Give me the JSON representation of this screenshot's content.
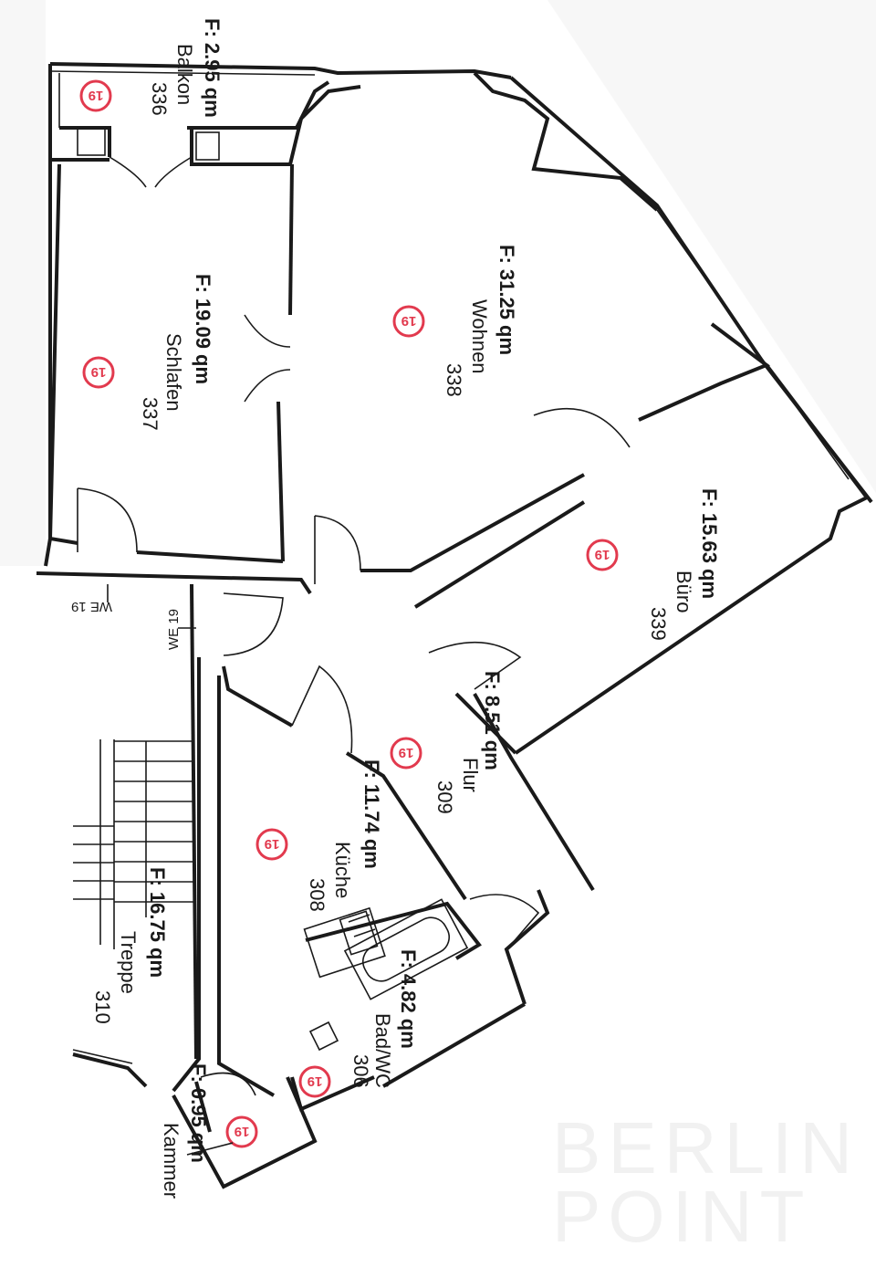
{
  "rooms": {
    "balkon": {
      "number": "336",
      "name": "Balkon",
      "area": "F: 2.95 qm",
      "unit": "19"
    },
    "schlafen": {
      "number": "337",
      "name": "Schlafen",
      "area": "F: 19.09 qm",
      "unit": "19"
    },
    "wohnen": {
      "number": "338",
      "name": "Wohnen",
      "area": "F: 31.25 qm",
      "unit": "19"
    },
    "buero": {
      "number": "339",
      "name": "Büro",
      "area": "F: 15.63 qm",
      "unit": "19"
    },
    "flur": {
      "number": "309",
      "name": "Flur",
      "area": "F: 8.51 qm",
      "unit": "19"
    },
    "kueche": {
      "number": "308",
      "name": "Küche",
      "area": "F: 11.74 qm",
      "unit": "19"
    },
    "bad": {
      "number": "306",
      "name": "Bad/WC",
      "area": "F: 4.82 qm",
      "unit": "19"
    },
    "treppe": {
      "number": "310",
      "name": "Treppe",
      "area": "F: 16.75 qm"
    },
    "kammer": {
      "name": "Kammer",
      "area": "F: 0.95 qm",
      "unit": "19"
    }
  },
  "entrance_markers": [
    "WE 19",
    "WE 19"
  ],
  "watermark": {
    "line1": "BERLIN",
    "line2": "POINT"
  }
}
